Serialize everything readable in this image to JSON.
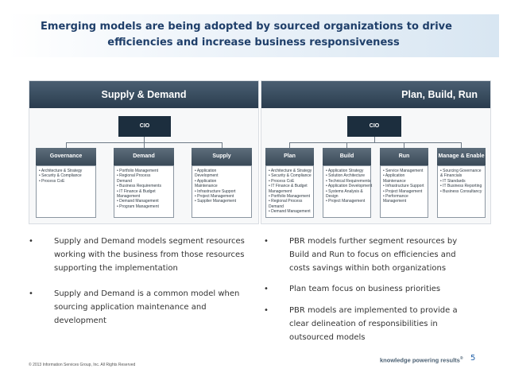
{
  "slide": {
    "title_line1": "Emerging models are being adopted by sourced organizations to drive",
    "title_line2": "efficiencies and increase business responsiveness"
  },
  "left_panel": {
    "header": "Supply & Demand",
    "cio": "CIO",
    "nodes": [
      {
        "label": "Governance",
        "items": [
          "• Architecture & Strategy",
          "• Security & Compliance",
          "• Process CoE"
        ]
      },
      {
        "label": "Demand",
        "items": [
          "• Portfolio Management",
          "• Regional Process",
          "   Demand",
          "• Business Requirements",
          "• IT Finance & Budget",
          "   Management",
          "• Demand Management",
          "• Program Management"
        ]
      },
      {
        "label": "Supply",
        "items": [
          "• Application",
          "   Development",
          "• Application",
          "   Maintenance",
          "• Infrastructure Support",
          "• Project Management",
          "• Supplier Management"
        ]
      }
    ]
  },
  "right_panel": {
    "header": "Plan, Build, Run",
    "cio": "CIO",
    "nodes": [
      {
        "label": "Plan",
        "items": [
          "• Architecture & Strategy",
          "• Security & Compliance",
          "• Process CoE",
          "• IT Finance & Budget",
          "   Management",
          "• Portfolio Management",
          "• Regional Process",
          "   Demand",
          "• Demand Management"
        ]
      },
      {
        "label": "Build",
        "items": [
          "• Application Strategy",
          "• Solution Architecture",
          "• Technical Requirements",
          "• Application Development",
          "• Systems Analysis &",
          "   Design",
          "• Project Management"
        ]
      },
      {
        "label": "Run",
        "items": [
          "• Service Management",
          "• Application",
          "   Maintenance",
          "• Infrastructure Support",
          "• Project Management",
          "• Performance",
          "   Management"
        ]
      },
      {
        "label": "Manage & Enable",
        "items": [
          "• Sourcing Governance",
          "   & Financials",
          "• IT Standards",
          "• IT Business Reporting",
          "• Business Consultancy"
        ]
      }
    ]
  },
  "left_bullets": [
    {
      "dot": "•",
      "text": "Supply and Demand models segment resources working with the business from those resources supporting the implementation"
    },
    {
      "dot": "•",
      "text": "Supply and Demand is a common model when sourcing application maintenance and development"
    }
  ],
  "right_bullets": [
    {
      "dot": "•",
      "text": "PBR models further segment resources by Build and Run to focus on efficiencies and costs savings within both organizations"
    },
    {
      "dot": "•",
      "text": "Plan team focus on business priorities"
    },
    {
      "dot": "•",
      "text": "PBR models are implemented to provide a clear delineation of responsibilities in outsourced models"
    }
  ],
  "footer": {
    "copyright": "© 2013 Information Services Group, Inc. All Rights Reserved",
    "tagline": "knowledge powering results",
    "trademark": "®",
    "page": "5"
  }
}
